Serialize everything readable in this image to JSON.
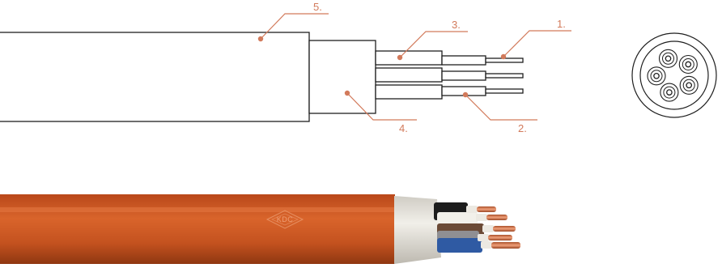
{
  "colors": {
    "callout": "#d27a5b",
    "outline": "#1f1f1f",
    "sheath": "#c9541f",
    "sheath_dark": "#9e3e14",
    "bedding": "#e6e3dc",
    "conductor": "#d9784a"
  },
  "callouts": [
    {
      "id": "1",
      "label": "1."
    },
    {
      "id": "2",
      "label": "2."
    },
    {
      "id": "3",
      "label": "3."
    },
    {
      "id": "4",
      "label": "4."
    },
    {
      "id": "5",
      "label": "5."
    }
  ],
  "brand_mark": "KDC",
  "cross_section": {
    "core_count": 5
  },
  "photo_cores": [
    {
      "insulation": "black"
    },
    {
      "insulation": "white"
    },
    {
      "insulation": "brown"
    },
    {
      "insulation": "grey"
    },
    {
      "insulation": "blue"
    }
  ]
}
